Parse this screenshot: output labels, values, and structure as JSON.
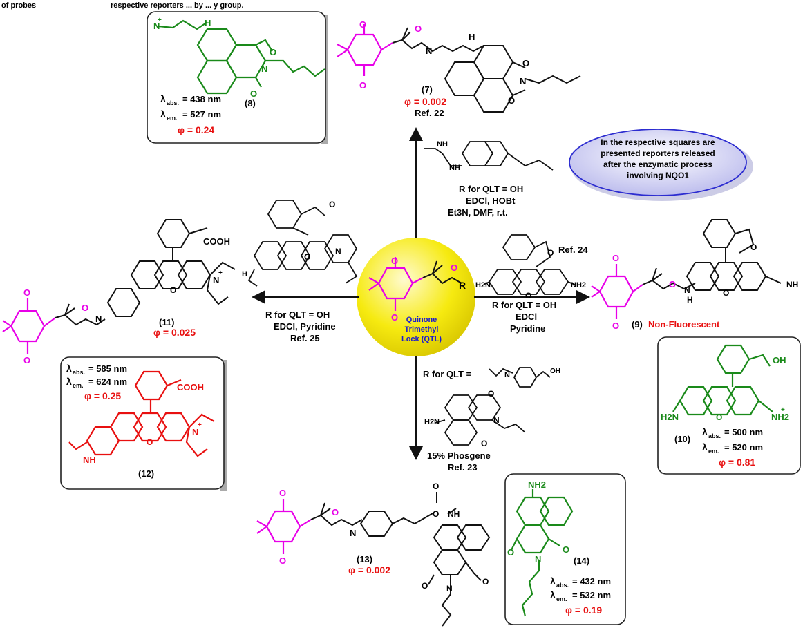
{
  "header": {
    "left_text": "of probes",
    "right_text": "respective reporters ... by ... y group."
  },
  "center": {
    "label_line1": "Quinone",
    "label_line2": "Trimethyl",
    "label_line3": "Lock (QTL)",
    "r_group": "R"
  },
  "note": {
    "line1": "In the respective squares are",
    "line2": "presented reporters released",
    "line3": "after the enzymatic process",
    "line4": "involving NQO1"
  },
  "compounds": {
    "c7": {
      "label": "(7)",
      "phi": "φ = 0.002",
      "ref": "Ref. 22"
    },
    "c8": {
      "label": "(8)",
      "abs": "= 438 nm",
      "em": "= 527 nm",
      "phi": "φ = 0.24"
    },
    "c9": {
      "label": "(9)",
      "status": "Non-Fluorescent"
    },
    "c10": {
      "label": "(10)",
      "abs": "= 500 nm",
      "em": "= 520 nm",
      "phi": "φ = 0.81"
    },
    "c11": {
      "label": "(11)",
      "phi": "φ = 0.025",
      "acid": "COOH"
    },
    "c12": {
      "label": "(12)",
      "abs": "= 585 nm",
      "em": "= 624 nm",
      "phi": "φ = 0.25",
      "acid": "COOH"
    },
    "c13": {
      "label": "(13)",
      "phi": "φ = 0.002"
    },
    "c14": {
      "label": "(14)",
      "abs": "= 432 nm",
      "em": "= 532 nm",
      "phi": "φ = 0.19",
      "amine": "NH2"
    }
  },
  "lambda": {
    "abs_sym": "λ",
    "abs_sub": "abs.",
    "em_sym": "λ",
    "em_sub": "em."
  },
  "reactions": {
    "top": {
      "line1": "R for QLT = OH",
      "line2": "EDCl, HOBt",
      "line3": "Et3N, DMF, r.t."
    },
    "left": {
      "line1": "R for QLT = OH",
      "line2": "EDCl, Pyridine",
      "line3": "Ref. 25"
    },
    "right": {
      "ref": "Ref. 24",
      "line1": "R for QLT = OH",
      "line2": "EDCl",
      "line3": "Pyridine"
    },
    "bottom": {
      "line1": "R for QLT =",
      "line2": "15% Phosgene",
      "line3": "Ref. 23"
    }
  },
  "atoms": {
    "N": "N",
    "O": "O",
    "H": "H",
    "NH": "NH",
    "OH": "OH",
    "H2N": "H2N",
    "NH2": "NH2",
    "plus": "+"
  },
  "colors": {
    "quinone": "#e800e8",
    "reporter_green": "#1a8a1a",
    "red": "#e81010",
    "bond": "#111111",
    "sphere": "#f2e300",
    "note_fill": "#dcdcf6",
    "note_stroke": "#2c2cd0",
    "qtl_text": "#1a1ad0"
  }
}
